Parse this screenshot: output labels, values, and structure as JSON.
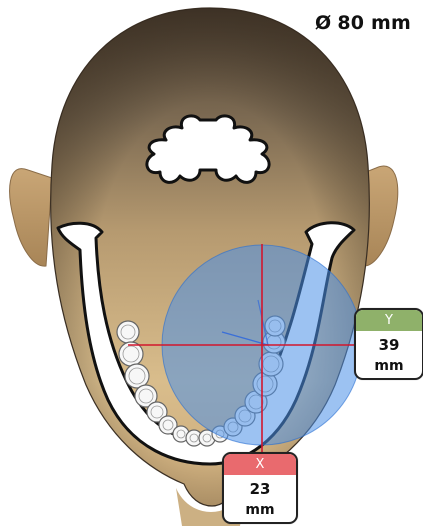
{
  "fov": {
    "symbol": "Ø",
    "value": "80 mm"
  },
  "readouts": {
    "y": {
      "axis": "Y",
      "value": "39",
      "unit": "mm",
      "color": "#8fb16a"
    },
    "x": {
      "axis": "X",
      "value": "23",
      "unit": "mm",
      "color": "#e96a6e"
    }
  },
  "colors": {
    "crosshair": "#d2162d",
    "fov_circle": "#4a90e8",
    "skin": "#b89a68",
    "hair": "#5a4a38"
  },
  "icons": {
    "fov": "diameter-icon",
    "head": "head-model-icon",
    "jaw": "mandible-icon"
  }
}
